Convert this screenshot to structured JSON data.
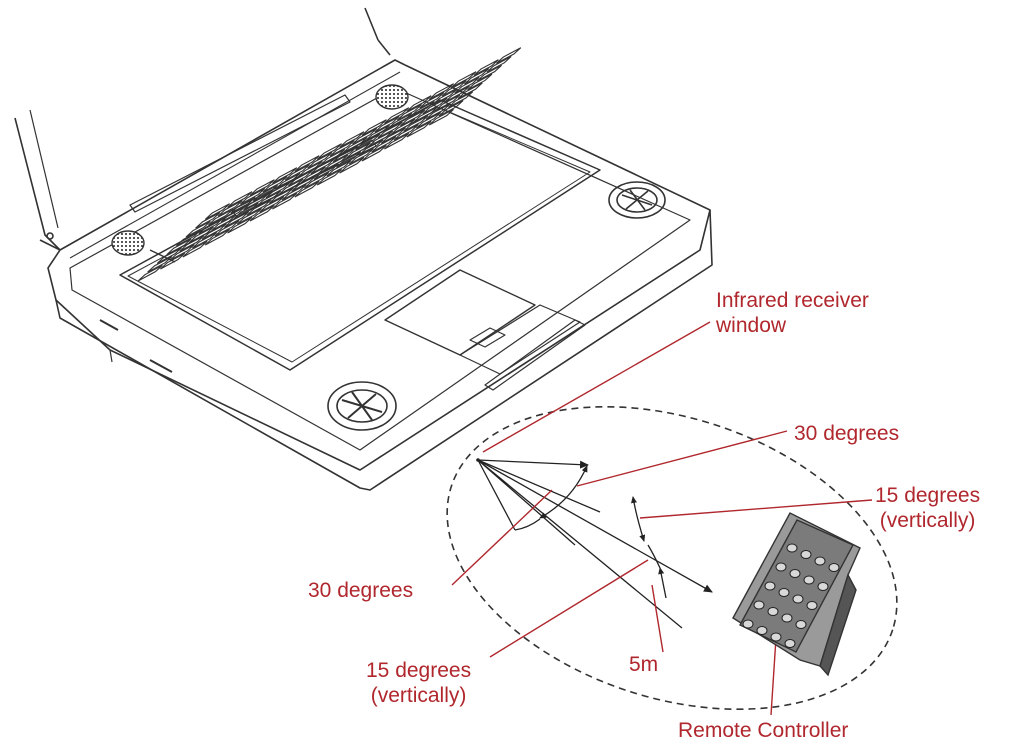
{
  "labels": {
    "ir_window_line1": "Infrared receiver",
    "ir_window_line2": "window",
    "deg30_upper": "30 degrees",
    "deg15_right_line1": "15 degrees",
    "deg15_right_line2": "(vertically)",
    "deg30_left": "30 degrees",
    "deg15_lower_line1": "15 degrees",
    "deg15_lower_line2": "(vertically)",
    "distance": "5m",
    "remote": "Remote Controller"
  },
  "colors": {
    "label": "#b0272d",
    "line_art": "#333333"
  },
  "icons": [
    "laptop-illustration",
    "remote-controller-illustration",
    "signal-cone-diagram"
  ]
}
